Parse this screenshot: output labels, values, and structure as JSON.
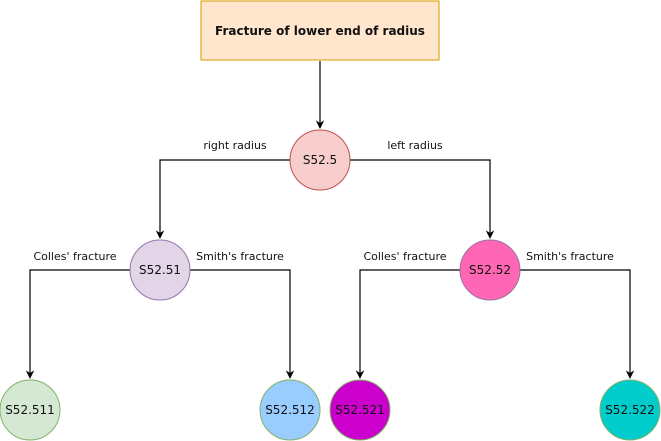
{
  "root": {
    "label": "Fracture of lower end of radius",
    "fill": "#ffe6cc",
    "stroke": "#d79b00"
  },
  "nodes": {
    "s52_5": {
      "label": "S52.5",
      "fill": "#f8cecc",
      "stroke": "#b85450"
    },
    "s52_51": {
      "label": "S52.51",
      "fill": "#e1d5e7",
      "stroke": "#9673a6"
    },
    "s52_52": {
      "label": "S52.52",
      "fill": "#ff66b3",
      "stroke": "#9673a6"
    },
    "s52_511": {
      "label": "S52.511",
      "fill": "#d5e8d4",
      "stroke": "#82b366"
    },
    "s52_512": {
      "label": "S52.512",
      "fill": "#99ccff",
      "stroke": "#82b366"
    },
    "s52_521": {
      "label": "S52.521",
      "fill": "#cc00cc",
      "stroke": "#82b366"
    },
    "s52_522": {
      "label": "S52.522",
      "fill": "#00cccc",
      "stroke": "#82b366"
    }
  },
  "edge_labels": {
    "right_radius": "right radius",
    "left_radius": "left radius",
    "colles_1": "Colles' fracture",
    "smith_1": "Smith's fracture",
    "colles_2": "Colles' fracture",
    "smith_2": "Smith's fracture"
  }
}
